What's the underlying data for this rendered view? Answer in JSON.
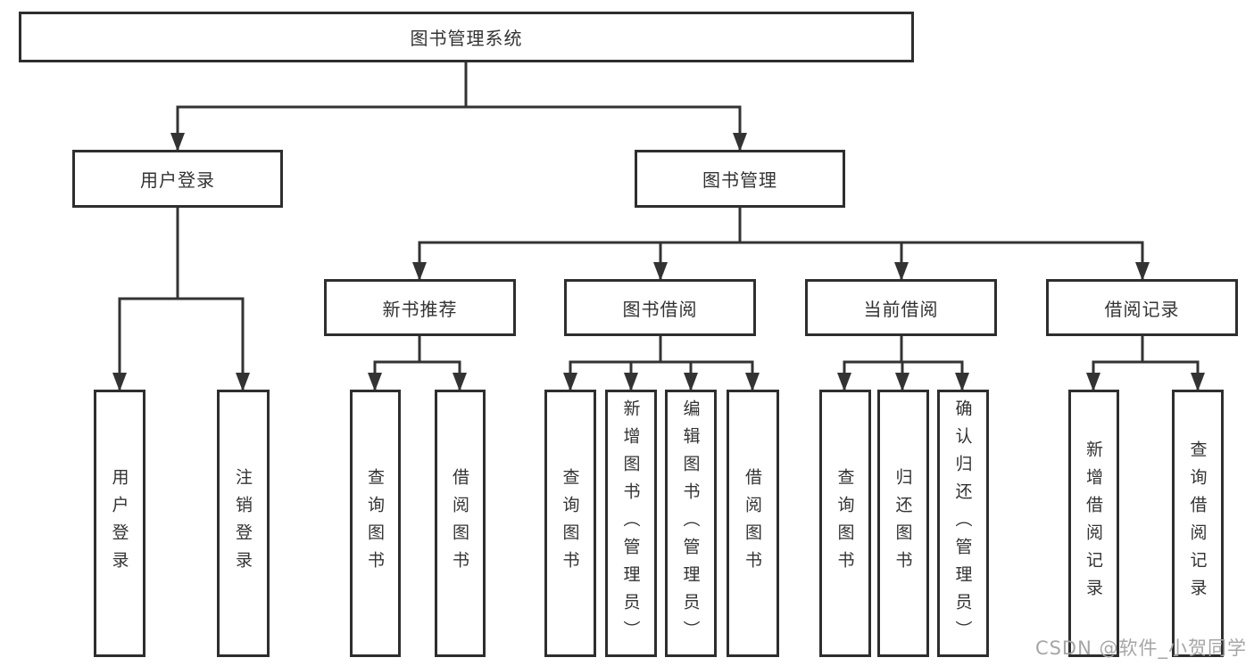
{
  "tree": {
    "root": "图书管理系统",
    "branches": [
      {
        "id": "user-login",
        "label": "用户登录",
        "leaves": [
          "用户登录",
          "注销登录"
        ]
      },
      {
        "id": "book-management",
        "label": "图书管理",
        "sub": [
          {
            "id": "new-book-recommend",
            "label": "新书推荐",
            "leaves": [
              "查询图书",
              "借阅图书"
            ]
          },
          {
            "id": "book-borrow",
            "label": "图书借阅",
            "leaves": [
              "查询图书",
              "新增图书（管理员）",
              "编辑图书（管理员）",
              "借阅图书"
            ]
          },
          {
            "id": "current-borrow",
            "label": "当前借阅",
            "leaves": [
              "查询图书",
              "归还图书",
              "确认归还（管理员）"
            ]
          },
          {
            "id": "borrow-record",
            "label": "借阅记录",
            "leaves": [
              "新增借阅记录",
              "查询借阅记录"
            ]
          }
        ]
      }
    ]
  },
  "watermark": "CSDN @软件_小贺同学",
  "colors": {
    "line": "#333333",
    "box_border": "#2e2e2e",
    "text": "#333333",
    "background": "#ffffff",
    "watermark": "#a6a6a6"
  }
}
